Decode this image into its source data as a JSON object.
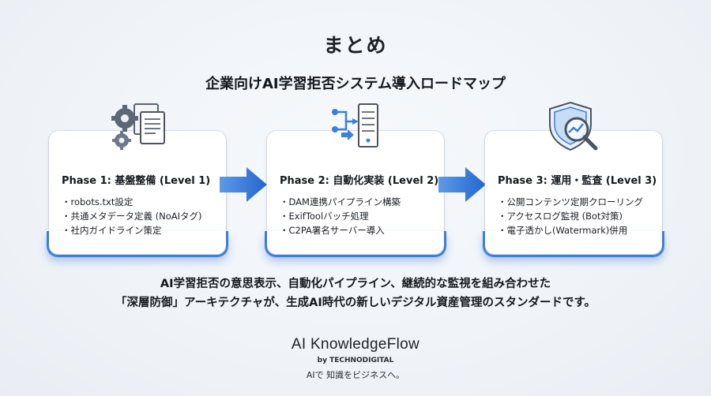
{
  "title": "まとめ",
  "subtitle": "企業向けAI学習拒否システム導入ロードマップ",
  "phases": [
    {
      "icon": "documents-gears-icon",
      "title": "Phase 1: 基盤整備 (Level 1)",
      "items": [
        "robots.txt設定",
        "共通メタデータ定義 (NoAIタグ)",
        "社内ガイドライン策定"
      ]
    },
    {
      "icon": "server-pipeline-icon",
      "title": "Phase 2: 自動化実装 (Level 2)",
      "items": [
        "DAM連携パイプライン構築",
        "ExifToolバッチ処理",
        "C2PA署名サーバー導入"
      ]
    },
    {
      "icon": "shield-magnifier-icon",
      "title": "Phase 3: 運用・監査 (Level 3)",
      "items": [
        "公開コンテンツ定期クローリング",
        "アクセスログ監視 (Bot対策)",
        "電子透かし(Watermark)併用"
      ]
    }
  ],
  "summary": {
    "line1": "AI学習拒否の意思表示、自動化パイプライン、継続的な監視を組み合わせた",
    "line2": "「深層防御」アーキテクチャが、生成AI時代の新しいデジタル資産管理のスタンダードです。"
  },
  "brand": {
    "name": "AI KnowledgeFlow",
    "by": "by TECHNODIGITAL",
    "tagline": "AIで 知識をビジネスへ。"
  },
  "colors": {
    "accent": "#3b7fdc",
    "arrow": "#2f74d8"
  }
}
